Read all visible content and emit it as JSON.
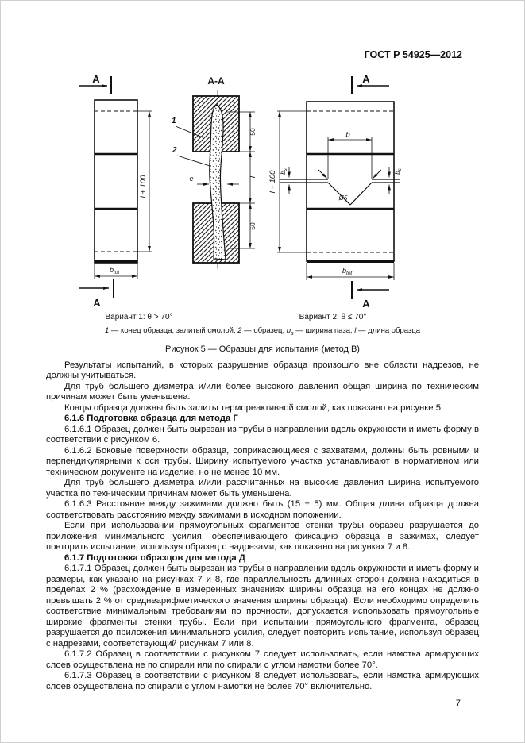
{
  "page": {
    "header": "ГОСТ Р 54925—2012",
    "number": "7"
  },
  "figure": {
    "variant1": "Вариант 1: θ > 70°",
    "variant2": "Вариант 2: θ ≤ 70°",
    "title": "Рисунок 5 — Образцы для испытания (метод В)",
    "section_label": "А",
    "section_view": "А-А",
    "legend": {
      "i1": "1",
      "t1": " — конец образца, залитый смолой; ",
      "i2": "2",
      "t2": " — образец; ",
      "b": "b",
      "bsub": "s",
      "t3": " — ширина паза; ",
      "l": "l",
      "t4": " — длина образца"
    },
    "dims": {
      "l100": "l + 100",
      "b": "b",
      "btot_base": "b",
      "btot_sub": "tot",
      "bs_base": "b",
      "bs_sub": "s",
      "fifty": "50",
      "l": "l",
      "e": "e",
      "hole": "Ø5",
      "c1": "1",
      "c2": "2"
    }
  },
  "body": {
    "paragraphs": [
      {
        "text": "Результаты испытаний, в которых разрушение образца произошло вне области надрезов, не должны учитываться."
      },
      {
        "text": "Для труб большего диаметра и/или более высокого давления общая ширина по техническим причинам может быть уменьшена."
      },
      {
        "text": "Концы образца должны быть залиты термореактивной смолой, как показано на рисунке 5."
      },
      {
        "text": "6.1.6 Подготовка образца для метода Г"
      },
      {
        "text": "6.1.6.1 Образец должен быть вырезан из трубы в направлении вдоль окружности и иметь форму в соответствии с рисунком 6."
      },
      {
        "text": "6.1.6.2 Боковые поверхности образца, соприкасающиеся с захватами, должны быть ровными и перпендикулярными к оси трубы. Ширину испытуемого участка устанавливают в нормативном или техническом документе на изделие, но не менее 10 мм."
      },
      {
        "text": "Для труб большего диаметра и/или рассчитанных на высокие давления ширина испытуемого участка по техническим причинам может быть уменьшена."
      },
      {
        "text": "6.1.6.3 Расстояние между зажимами должно быть (15 ± 5) мм. Общая длина образца должна соответствовать расстоянию между зажимами в исходном положении."
      },
      {
        "text": "Если при использовании прямоугольных фрагментов стенки трубы образец разрушается до приложения минимального усилия, обеспечивающего фиксацию образца в зажимах, следует повторить испытание, используя образец с надрезами, как показано на рисунках 7 и 8."
      },
      {
        "text": "6.1.7 Подготовка образцов для метода Д"
      },
      {
        "text": "6.1.7.1 Образец должен быть вырезан из трубы в направлении вдоль окружности и иметь форму и размеры, как указано на рисунках 7 и 8, где параллельность длинных сторон должна находиться в пределах 2 % (расхождение в измеренных значениях ширины образца на его концах не должно превышать 2 % от среднеарифметического значения ширины образца). Если необходимо определить соответствие минимальным требованиям по прочности, допускается использовать прямоугольные широкие фрагменты стенки трубы. Если при испытании прямоугольного фрагмента, образец разрушается до приложения минимального усилия, следует повторить испытание, используя образец с надрезами, соответствующий рисункам 7 или 8."
      },
      {
        "text": "6.1.7.2 Образец в соответствии с рисунком 7 следует использовать, если намотка армирующих слоев осуществлена не по спирали или по спирали с углом намотки более 70°."
      },
      {
        "text": "6.1.7.3 Образец в соответствии с рисунком 8 следует использовать, если намотка армирующих слоев осуществлена по спирали с углом намотки не более 70° включительно."
      }
    ]
  }
}
